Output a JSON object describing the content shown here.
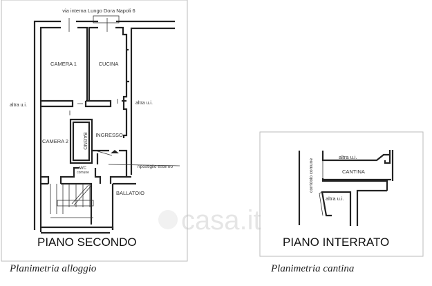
{
  "left_plan": {
    "street_label": "via interna Lungo Dora Napoli 6",
    "rooms": {
      "camera1": "CAMERA 1",
      "cucina": "CUCINA",
      "camera2": "CAMERA 2",
      "bagno": "BAGNO",
      "ingresso": "INGRESSO",
      "wc": "WC",
      "wc_sub": "comune",
      "ballatoio": "BALLATOIO"
    },
    "altra_left": "altra u.i.",
    "altra_right": "altra u.i.",
    "ripostiglio": "ripostiglio esterno",
    "title": "PIANO SECONDO",
    "caption": "Planimetria alloggio"
  },
  "right_plan": {
    "altra_top": "altra u.i.",
    "cantina": "CANTINA",
    "altra_bottom": "altra u.i.",
    "corridoio": "corridoio comune",
    "title": "PIANO INTERRATO",
    "caption": "Planimetria cantina"
  },
  "watermark": "casa.it"
}
